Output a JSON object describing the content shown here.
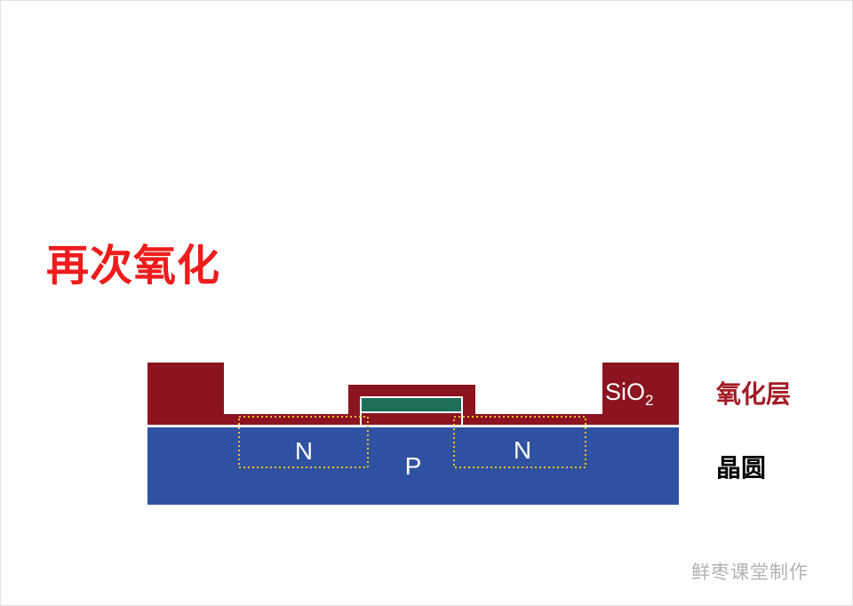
{
  "title": "再次氧化",
  "diagram": {
    "oxide_material": "SiO",
    "oxide_subscript": "2",
    "n_region_left": "N",
    "n_region_right": "N",
    "p_region": "P",
    "oxide_layer_label": "氧化层",
    "wafer_label": "晶圆"
  },
  "watermark": "鲜枣课堂制作",
  "colors": {
    "title": "#ee1c1c",
    "oxide": "#8b1420",
    "wafer": "#2f51a1",
    "gate": "#1f6e58",
    "doping_outline": "#f0c419",
    "watermark": "#b3b3b3"
  }
}
